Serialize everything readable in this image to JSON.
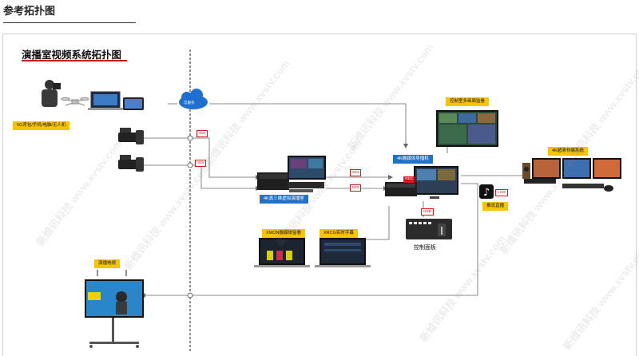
{
  "header": {
    "title": "参考拓扑图"
  },
  "diagram": {
    "title": "演播室视频系统拓扑图",
    "nodes": {
      "sources_5g": "5G背包/手机/电脑/无人机",
      "cloud": "云服务",
      "virtual_studio": "4K真三维虚拟演播室",
      "guide_machine": "4K融媒体导播机",
      "monitor_wall": "控制室多画面监看",
      "uhd_record": "4K超清非编系统",
      "live_stream": "推流直播",
      "xmon": "XMON融媒体监看",
      "xrcg": "XRCG实时字幕",
      "panel": "控制面板",
      "tv": "演播电视"
    },
    "tags": {
      "sdi_1": "SDI",
      "sdi_2": "SDI",
      "sdi_3": "SDI",
      "ndi": "NDI",
      "usb": "USB",
      "rec": "REC",
      "live": "LIVE"
    },
    "watermark": "新维讯科技 www.xvstv.com"
  }
}
